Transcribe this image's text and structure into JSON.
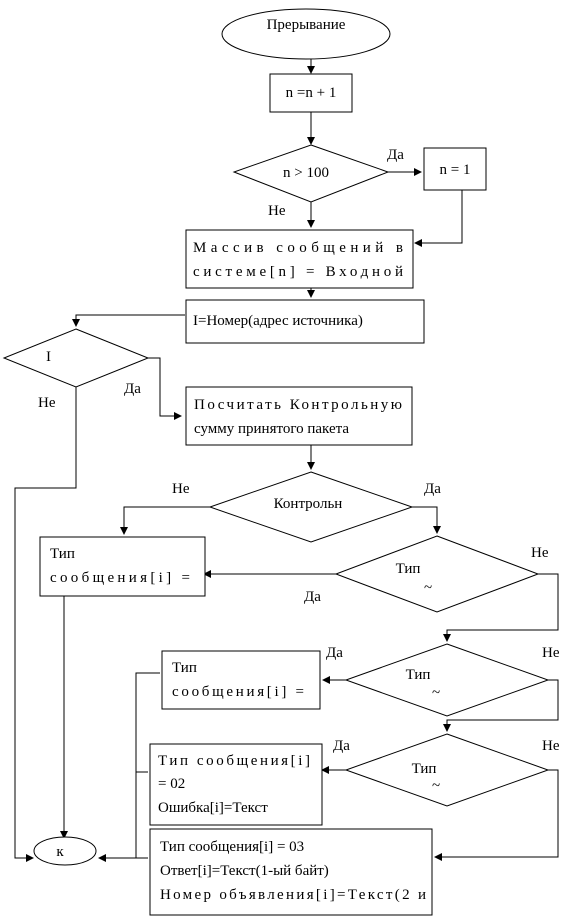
{
  "start": "Прерывание",
  "step_increment": "n =n + 1",
  "cond_n": "n > 100",
  "reset_n": "n = 1",
  "store_line1": "Массив сообщений в",
  "store_line2": "системе[n] = Входной",
  "source_label": "I=Номер(адрес источника)",
  "cond_i": "I",
  "checksum_line1": "Посчитать Контрольную",
  "checksum_line2": "сумму принятого пакета",
  "cond_checksum": "Контрольн",
  "type_box1_line1": "Тип",
  "type_box1_line2": "сообщения[i] =",
  "cond_type1": "Тип",
  "type_box2_line1": "Тип",
  "type_box2_line2": "сообщения[i] =",
  "cond_type2": "Тип",
  "type_box3_line1": "Тип сообщения[i]",
  "type_box3_line2": "= 02",
  "type_box3_line3": "Ошибка[i]=Текст",
  "cond_type3": "Тип",
  "type_box4_line1": "Тип сообщения[i] = 03",
  "type_box4_line2": "Ответ[i]=Текст(1-ый байт)",
  "type_box4_line3": "Номер объявления[i]=Текст(2 и",
  "end": "к",
  "yes": "Да",
  "no": "Не",
  "tilde": "~"
}
